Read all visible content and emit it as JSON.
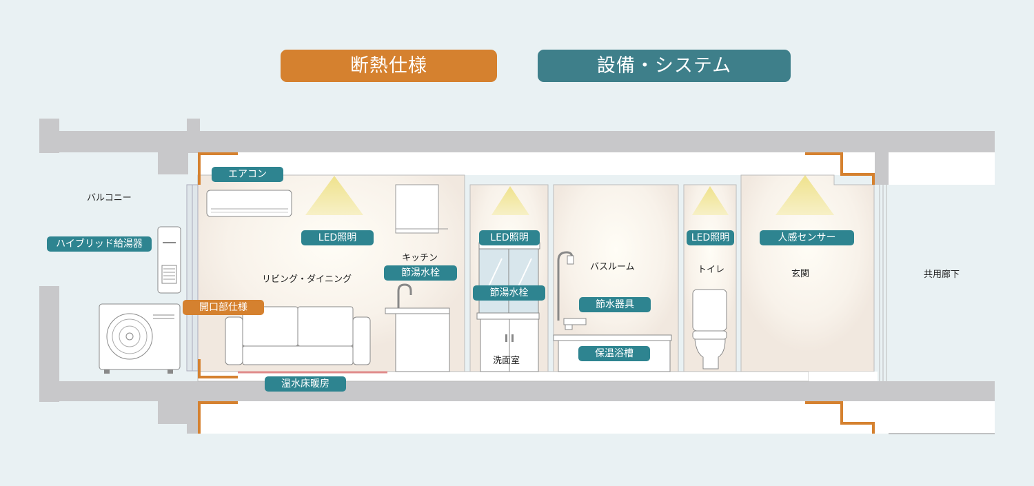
{
  "legend": {
    "insulation": "断熱仕様",
    "equipment": "設備・システム"
  },
  "colors": {
    "insulation": "#d5812f",
    "equipment": "#2e8490",
    "wall": "#c8c8ca",
    "room": "#f3ece6"
  },
  "rooms": {
    "balcony": "バルコニー",
    "living": "リビング・ダイニング",
    "kitchen": "キッチン",
    "washroom": "洗面室",
    "bathroom": "バスルーム",
    "toilet": "トイレ",
    "entrance": "玄関",
    "corridor": "共用廊下"
  },
  "tags": {
    "aircon": "エアコン",
    "hybrid_heater": "ハイブリッド給湯器",
    "opening": "開口部仕様",
    "floor_heating": "温水床暖房",
    "led_living": "LED照明",
    "faucet_kitchen": "節湯水栓",
    "led_wash": "LED照明",
    "faucet_wash": "節湯水栓",
    "water_fixture": "節水器具",
    "bathtub": "保温浴槽",
    "led_toilet": "LED照明",
    "sensor": "人感センサー"
  },
  "icons": {
    "aircon_unit": "air-conditioner",
    "water_heater": "water-heater",
    "outdoor_unit": "outdoor-unit",
    "sofa": "sofa",
    "sink": "kitchen-sink",
    "vanity": "vanity",
    "shower": "shower",
    "toilet": "toilet",
    "lamp": "ceiling-lamp"
  }
}
